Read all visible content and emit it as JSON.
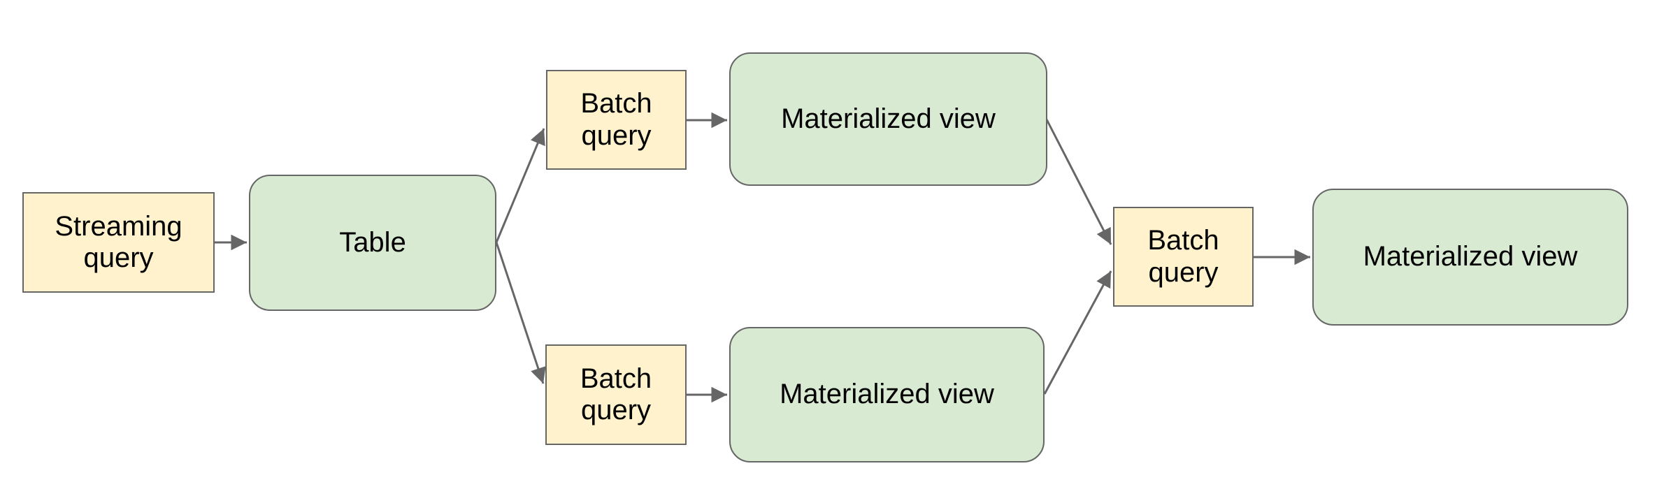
{
  "diagram": {
    "type": "flow-diagram",
    "direction": "left-to-right",
    "nodes": [
      {
        "id": "streaming-query",
        "label": "Streaming query",
        "kind": "query",
        "fill": "#fff2cc"
      },
      {
        "id": "table",
        "label": "Table",
        "kind": "view",
        "fill": "#d9ead3"
      },
      {
        "id": "batch-query-top",
        "label": "Batch query",
        "kind": "query",
        "fill": "#fff2cc"
      },
      {
        "id": "materialized-view-top",
        "label": "Materialized view",
        "kind": "view",
        "fill": "#d9ead3"
      },
      {
        "id": "batch-query-bottom",
        "label": "Batch query",
        "kind": "query",
        "fill": "#fff2cc"
      },
      {
        "id": "materialized-view-bottom",
        "label": "Materialized view",
        "kind": "view",
        "fill": "#d9ead3"
      },
      {
        "id": "batch-query-right",
        "label": "Batch query",
        "kind": "query",
        "fill": "#fff2cc"
      },
      {
        "id": "materialized-view-right",
        "label": "Materialized view",
        "kind": "view",
        "fill": "#d9ead3"
      }
    ],
    "edges": [
      {
        "from": "streaming-query",
        "to": "table"
      },
      {
        "from": "table",
        "to": "batch-query-top"
      },
      {
        "from": "table",
        "to": "batch-query-bottom"
      },
      {
        "from": "batch-query-top",
        "to": "materialized-view-top"
      },
      {
        "from": "batch-query-bottom",
        "to": "materialized-view-bottom"
      },
      {
        "from": "materialized-view-top",
        "to": "batch-query-right"
      },
      {
        "from": "materialized-view-bottom",
        "to": "batch-query-right"
      },
      {
        "from": "batch-query-right",
        "to": "materialized-view-right"
      }
    ],
    "colors": {
      "query_fill": "#fff2cc",
      "view_fill": "#d9ead3",
      "border": "#666666",
      "arrow": "#666666",
      "text": "#000000",
      "background": "#ffffff"
    }
  }
}
